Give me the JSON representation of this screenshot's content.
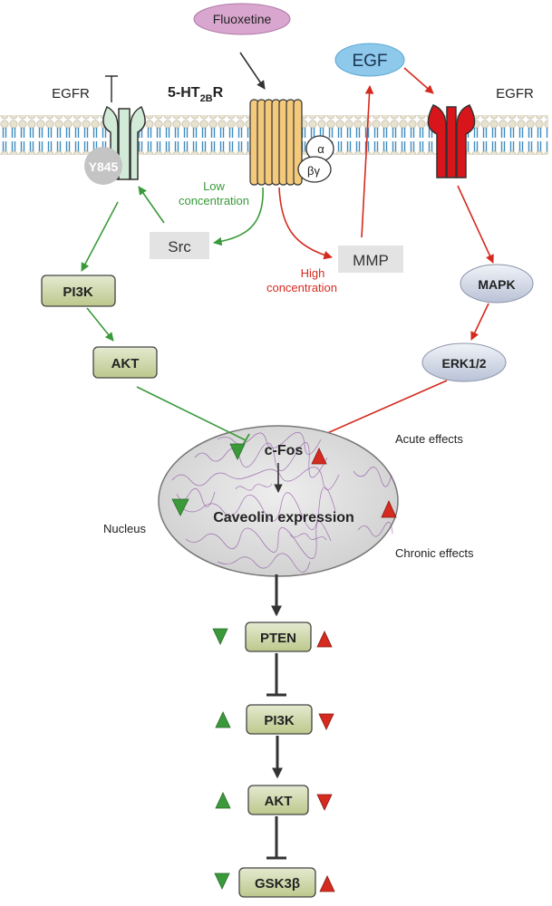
{
  "drug": {
    "label": "Fluoxetine"
  },
  "ligand": {
    "label": "EGF"
  },
  "receptors": {
    "egfr_left": "EGFR",
    "egfr_right": "EGFR",
    "htr_prefix": "5-HT",
    "htr_sub": "2B",
    "htr_suffix": "R",
    "phospho_site": "Y845",
    "g_alpha": "α",
    "g_betagamma": "βγ"
  },
  "labels": {
    "low_line1": "Low",
    "low_line2": "concentration",
    "high_line1": "High",
    "high_line2": "concentration",
    "acute": "Acute effects",
    "chronic": "Chronic effects",
    "nucleus": "Nucleus"
  },
  "nodes": {
    "src": "Src",
    "mmp": "MMP",
    "pi3k_top": "PI3K",
    "akt_top": "AKT",
    "mapk": "MAPK",
    "erk": "ERK1/2",
    "cfos": "c-Fos",
    "caveolin": "Caveolin expression",
    "pten": "PTEN",
    "pi3k_bottom": "PI3K",
    "akt_bottom": "AKT",
    "gsk": "GSK3β"
  },
  "colors": {
    "green": "#3a9a3a",
    "red": "#d42a1f",
    "box_fill": "#cfd8a8",
    "egf_fill": "#8ec9ec",
    "fluox_fill": "#d9a6cf"
  }
}
